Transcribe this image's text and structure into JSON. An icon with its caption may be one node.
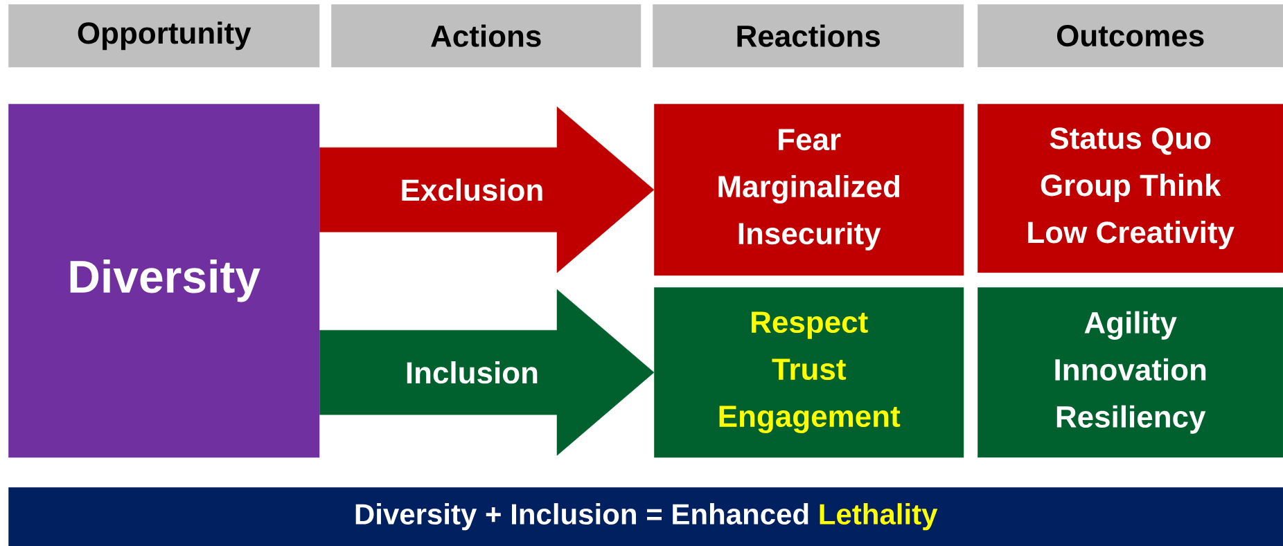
{
  "diagram": {
    "nodes": [
      {
        "text": [
          "Opportunity"
        ]
      },
      {
        "text": [
          "Actions"
        ]
      },
      {
        "text": [
          "Reactions"
        ]
      },
      {
        "text": [
          "Outcomes"
        ]
      },
      {
        "text": [
          "Diversity"
        ]
      },
      {
        "text": [
          "Fear",
          "Marginalized",
          "Insecurity"
        ]
      },
      {
        "text": [
          "Status Quo",
          "Group Think",
          "Low Creativity"
        ]
      },
      {
        "text": [
          "Respect",
          "Trust",
          "Engagement"
        ]
      },
      {
        "text": [
          "Agility",
          "Innovation",
          "Resiliency"
        ]
      },
      {
        "text": [
          "Diversity + Inclusion = Enhanced",
          "Lethality"
        ]
      }
    ],
    "edges": [
      {
        "from": 4,
        "to": 5,
        "arrow": "to",
        "label": "Exclusion",
        "style": "thick",
        "color": "#c00000"
      },
      {
        "from": 4,
        "to": 7,
        "arrow": "to",
        "label": "Inclusion",
        "style": "thick",
        "color": "#00612e"
      }
    ]
  }
}
